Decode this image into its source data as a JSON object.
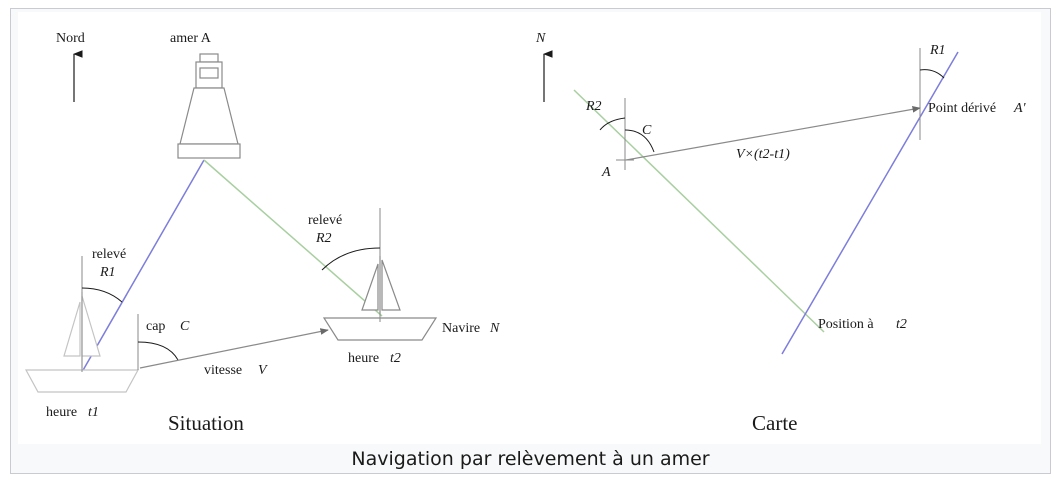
{
  "caption": "Navigation par relèvement à un amer",
  "situation": {
    "title": "Situation",
    "north": "Nord",
    "landmark": "amer A",
    "bearing1_word": "relevé",
    "bearing1": "R1",
    "bearing2_word": "relevé",
    "bearing2": "R2",
    "heading_word": "cap",
    "heading": "C",
    "speed_word": "vitesse",
    "speed": "V",
    "time1_word": "heure",
    "time1": "t1",
    "time2_word": "heure",
    "time2": "t2",
    "ship_word": "Navire",
    "ship": "N"
  },
  "carte": {
    "title": "Carte",
    "north": "N",
    "r2": "R2",
    "c": "C",
    "r1": "R1",
    "point_a": "A",
    "vector": "V×(t2-t1)",
    "derived_word": "Point dérivé",
    "derived": "A'",
    "position_word": "Position à",
    "position_t": "t2"
  },
  "colors": {
    "line": "#8a8a8a",
    "bearing1": "#7d7ddc",
    "bearing2": "#a8cfa0",
    "ink": "#1a1a1a"
  }
}
